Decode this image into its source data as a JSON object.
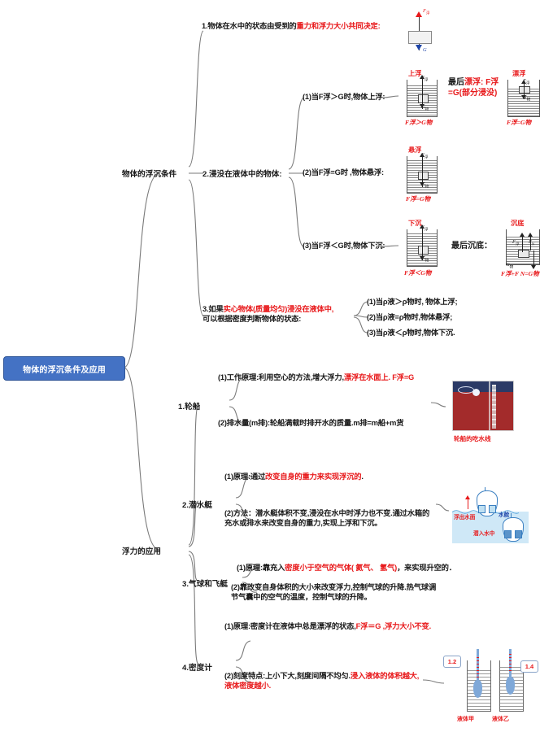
{
  "root": {
    "label": "物体的浮沉条件及应用"
  },
  "branch1": {
    "label": "物体的浮沉条件",
    "item1": {
      "prefix": "1.物体在水中的状态由受到的",
      "emphasis": "重力和浮力大小共同决定:"
    },
    "item2": {
      "label": "2.浸没在液体中的物体:",
      "subs": [
        {
          "label": "(1)当F浮＞G时,物体上浮:"
        },
        {
          "label": "(2)当F浮=G时 ,物体悬浮:"
        },
        {
          "label": "(3)当F浮＜G时,物体下沉:"
        }
      ],
      "figures": {
        "up": {
          "caption": "上浮",
          "formula_a": "F",
          "formula_sub_a": "浮",
          "formula_rel": "＞",
          "formula_b": "G",
          "formula_sub_b": "物",
          "full": "F浮＞G物"
        },
        "float": {
          "caption": "漂浮",
          "full": "F浮=G物"
        },
        "suspend": {
          "caption": "悬浮",
          "full": "F浮=G物"
        },
        "sink": {
          "caption": "下沉",
          "full": "F浮＜G物"
        },
        "bottom": {
          "caption": "沉底",
          "full": "F浮+F N=G物"
        }
      },
      "connectors": {
        "float_note_line1_a": "最后",
        "float_note_line1_b": "漂浮",
        "float_note_line1_c": ": F浮",
        "float_note_line2": "=G(部分浸没)",
        "sink_note": "最后沉底："
      }
    },
    "item3": {
      "prefix_a": "3.如果",
      "emphasis": "实心物体(质量均匀)浸没在液体中,",
      "line2": "可以根据密度判断物体的状态:",
      "subs": [
        {
          "label": "(1)当ρ液＞ρ物时, 物体上浮;"
        },
        {
          "label": "(2)当ρ液=ρ物时,物体悬浮;"
        },
        {
          "label": "(3)当ρ液＜ρ物时,物体下沉."
        }
      ]
    }
  },
  "branch2": {
    "label": "浮力的应用",
    "items": [
      {
        "label": "1.轮船",
        "subs": [
          {
            "plain": "(1)工作原理:利用空心的方法,增大浮力,",
            "red": "漂浮在水面上. F浮=G"
          },
          {
            "plain": "(2)排水量(m排):轮船满载时排开水的质量.m排=m船+m货",
            "red": ""
          }
        ],
        "image": {
          "caption": "轮船的吃水线"
        }
      },
      {
        "label": "2.潜水艇",
        "subs": [
          {
            "plain": "(1)原理:通过",
            "red": "改变自身的重力来实现浮沉的",
            "tail": "."
          },
          {
            "plain": "(2)方法：潜水艇体积不变,浸没在水中时浮力也不变.通过水箱的充水或排水来改变自身的重力,实现上浮和下沉。",
            "red": ""
          }
        ],
        "image": {
          "label_surface": "浮出水面",
          "label_tank": "水舱",
          "label_dive": "潜入水中"
        }
      },
      {
        "label": "3.气球和飞艇",
        "subs": [
          {
            "plain": "(1)原理:靠充入",
            "red": "密度小于空气的气体( 氦气、 氢气)",
            "tail": "，来实现升空的．"
          },
          {
            "plain": "(2)靠改变自身体积的大小来改变浮力,控制气球的升降.热气球调节气囊中的空气的温度，控制气球的升降。",
            "red": ""
          }
        ]
      },
      {
        "label": "4.密度计",
        "subs": [
          {
            "plain": "(1)原理:密度计在液体中总是漂浮的状态,",
            "red": "F浮＝G ,浮力大小不变."
          },
          {
            "plain": "(2)刻度特点:上小下大,刻度间隔不均匀.",
            "red": "浸入液体的体积越大,液体密度越小."
          }
        ],
        "image": {
          "value_left": "1.2",
          "value_right": "1.4",
          "caption_left": "液体甲",
          "caption_right": "液体乙"
        }
      }
    ]
  },
  "colors": {
    "accent": "#4472c4",
    "emphasis": "#e8191b",
    "text": "#1a1a1a"
  }
}
